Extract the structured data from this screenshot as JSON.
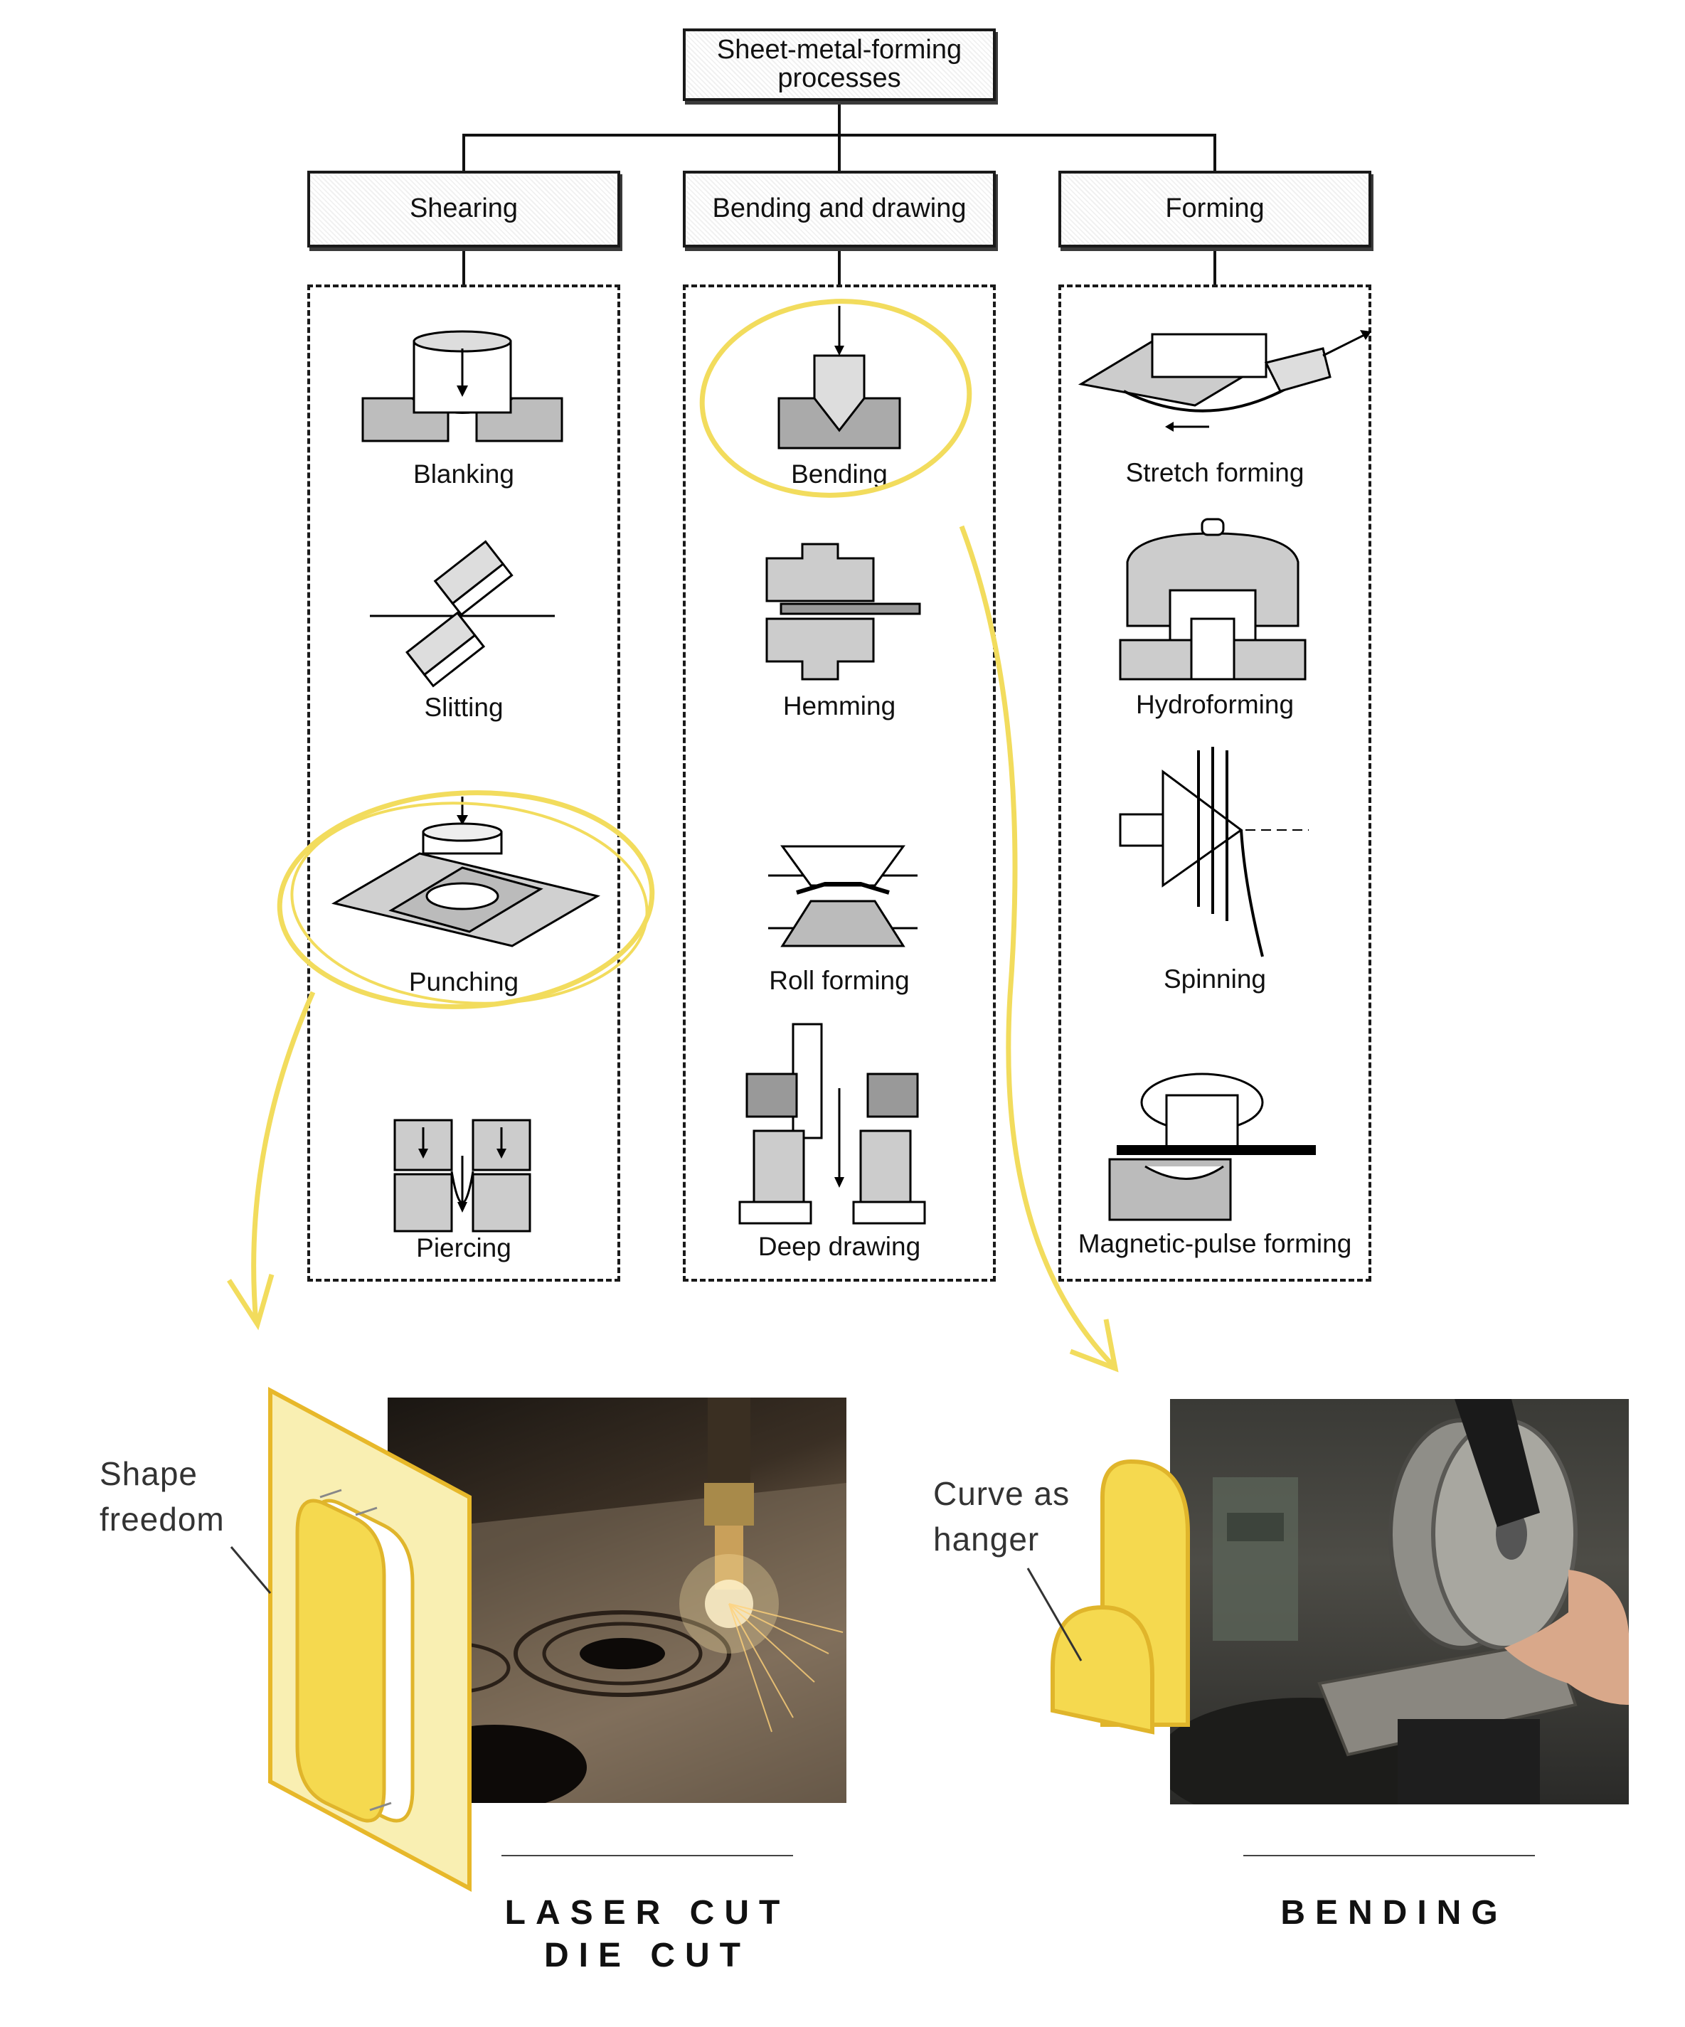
{
  "root": {
    "label_line1": "Sheet-metal-forming",
    "label_line2": "processes"
  },
  "categories": [
    {
      "label": "Shearing",
      "items": [
        "Blanking",
        "Slitting",
        "Punching",
        "Piercing"
      ]
    },
    {
      "label": "Bending and drawing",
      "items": [
        "Bending",
        "Hemming",
        "Roll forming",
        "Deep drawing"
      ]
    },
    {
      "label": "Forming",
      "items": [
        "Stretch forming",
        "Hydroforming",
        "Spinning",
        "Magnetic-pulse forming"
      ]
    }
  ],
  "highlight_color": "#f2dc5d",
  "sample_color": "#f5d94f",
  "annotations": {
    "left": {
      "line1": "Shape",
      "line2": "freedom"
    },
    "right": {
      "line1": "Curve as",
      "line2": "hanger"
    }
  },
  "captions": {
    "left": {
      "line1": "LASER CUT",
      "line2": "DIE CUT"
    },
    "right": {
      "line1": "BENDING"
    }
  }
}
